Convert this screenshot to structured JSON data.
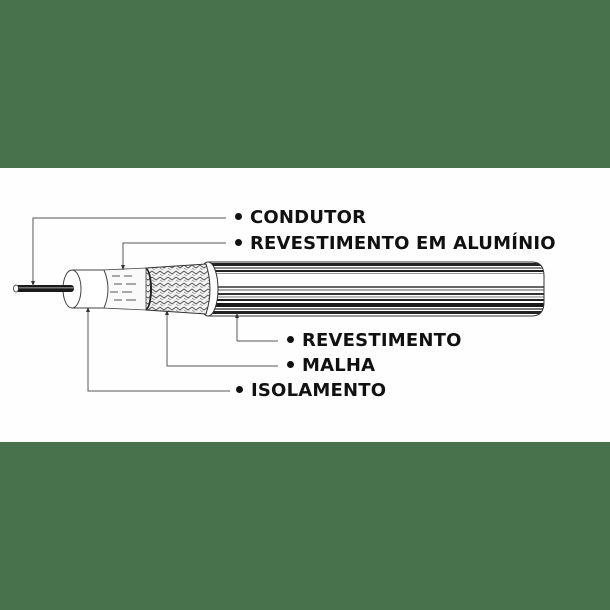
{
  "colors": {
    "background": "#48724c",
    "panel": "#fefefe",
    "ink": "#111111"
  },
  "diagram": {
    "subject": "coaxial-cable",
    "labels": [
      {
        "id": "condutor",
        "text": "CONDUTOR"
      },
      {
        "id": "revestimento-aluminio",
        "text": "REVESTIMENTO EM ALUMÍNIO"
      },
      {
        "id": "revestimento",
        "text": "REVESTIMENTO"
      },
      {
        "id": "malha",
        "text": "MALHA"
      },
      {
        "id": "isolamento",
        "text": "ISOLAMENTO"
      }
    ]
  }
}
